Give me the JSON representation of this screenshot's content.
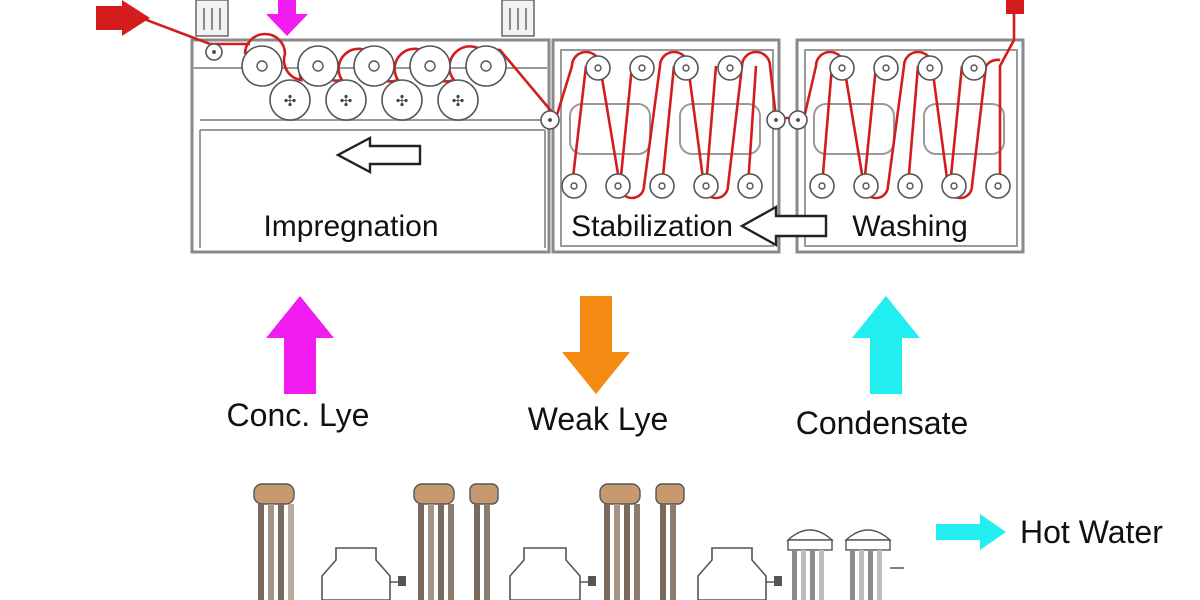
{
  "stages": {
    "impregnation": "Impregnation",
    "stabilization": "Stabilization",
    "washing": "Washing"
  },
  "flows": {
    "conc_lye": "Conc. Lye",
    "weak_lye": "Weak Lye",
    "condensate": "Condensate",
    "hot_water": "Hot Water"
  },
  "colors": {
    "fabric": "#d41c1c",
    "conc_lye": "#f01cf0",
    "weak_lye": "#f58a12",
    "condensate": "#22eef0",
    "hot_water": "#22eef0",
    "frame": "#8a8a8a"
  },
  "icons": {
    "motor": "motor-icon",
    "roller": "roller-icon",
    "flow_arrow": "flow-arrow-icon",
    "heat_exchanger": "heat-exchanger-icon",
    "vessel": "vessel-icon"
  }
}
